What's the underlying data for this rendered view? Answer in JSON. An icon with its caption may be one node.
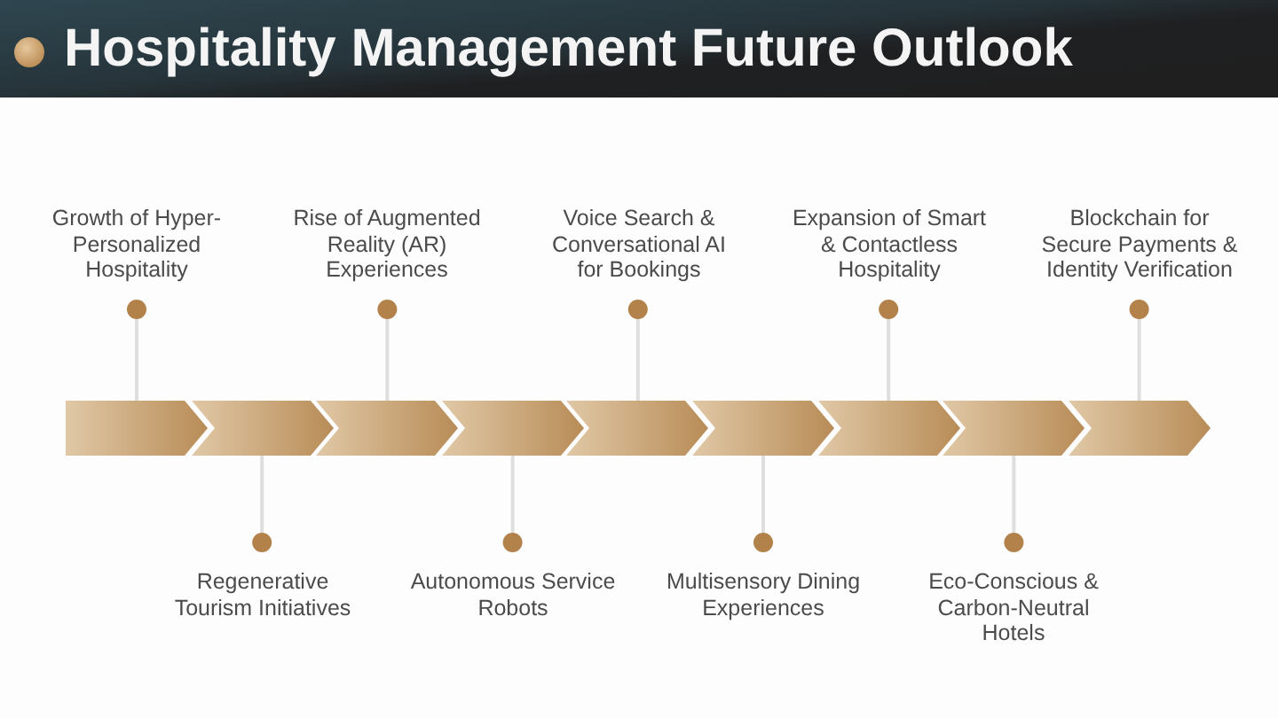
{
  "diagram": {
    "title": "Hospitality Management Future Outlook",
    "nodes": [
      {
        "text": [
          "Growth of Hyper-Personalized Hospitality"
        ]
      },
      {
        "text": [
          "Regenerative Tourism Initiatives"
        ]
      },
      {
        "text": [
          "Rise of Augmented Reality (AR) Experiences"
        ]
      },
      {
        "text": [
          "Autonomous Service Robots"
        ]
      },
      {
        "text": [
          "Voice Search & Conversational AI for Bookings"
        ]
      },
      {
        "text": [
          "Multisensory Dining Experiences"
        ]
      },
      {
        "text": [
          "Expansion of Smart & Contactless Hospitality"
        ]
      },
      {
        "text": [
          "Eco-Conscious & Carbon-Neutral Hotels"
        ]
      },
      {
        "text": [
          "Blockchain for Secure Payments & Identity Verification"
        ]
      },
      {
        "text": [],
        "shape": "chevron"
      },
      {
        "text": [],
        "shape": "chevron"
      },
      {
        "text": [],
        "shape": "chevron"
      },
      {
        "text": [],
        "shape": "chevron"
      },
      {
        "text": [],
        "shape": "chevron"
      },
      {
        "text": [],
        "shape": "chevron"
      },
      {
        "text": [],
        "shape": "chevron"
      },
      {
        "text": [],
        "shape": "chevron"
      },
      {
        "text": [],
        "shape": "chevron"
      }
    ],
    "edges": [
      {
        "from": 0,
        "to": 9,
        "arrow": "other"
      },
      {
        "from": 1,
        "to": 10,
        "arrow": "other"
      },
      {
        "from": 2,
        "to": 11,
        "arrow": "other"
      },
      {
        "from": 3,
        "to": 12,
        "arrow": "other"
      },
      {
        "from": 4,
        "to": 13,
        "arrow": "other"
      },
      {
        "from": 5,
        "to": 14,
        "arrow": "other"
      },
      {
        "from": 6,
        "to": 15,
        "arrow": "other"
      },
      {
        "from": 7,
        "to": 16,
        "arrow": "other"
      },
      {
        "from": 8,
        "to": 17,
        "arrow": "other"
      }
    ]
  }
}
